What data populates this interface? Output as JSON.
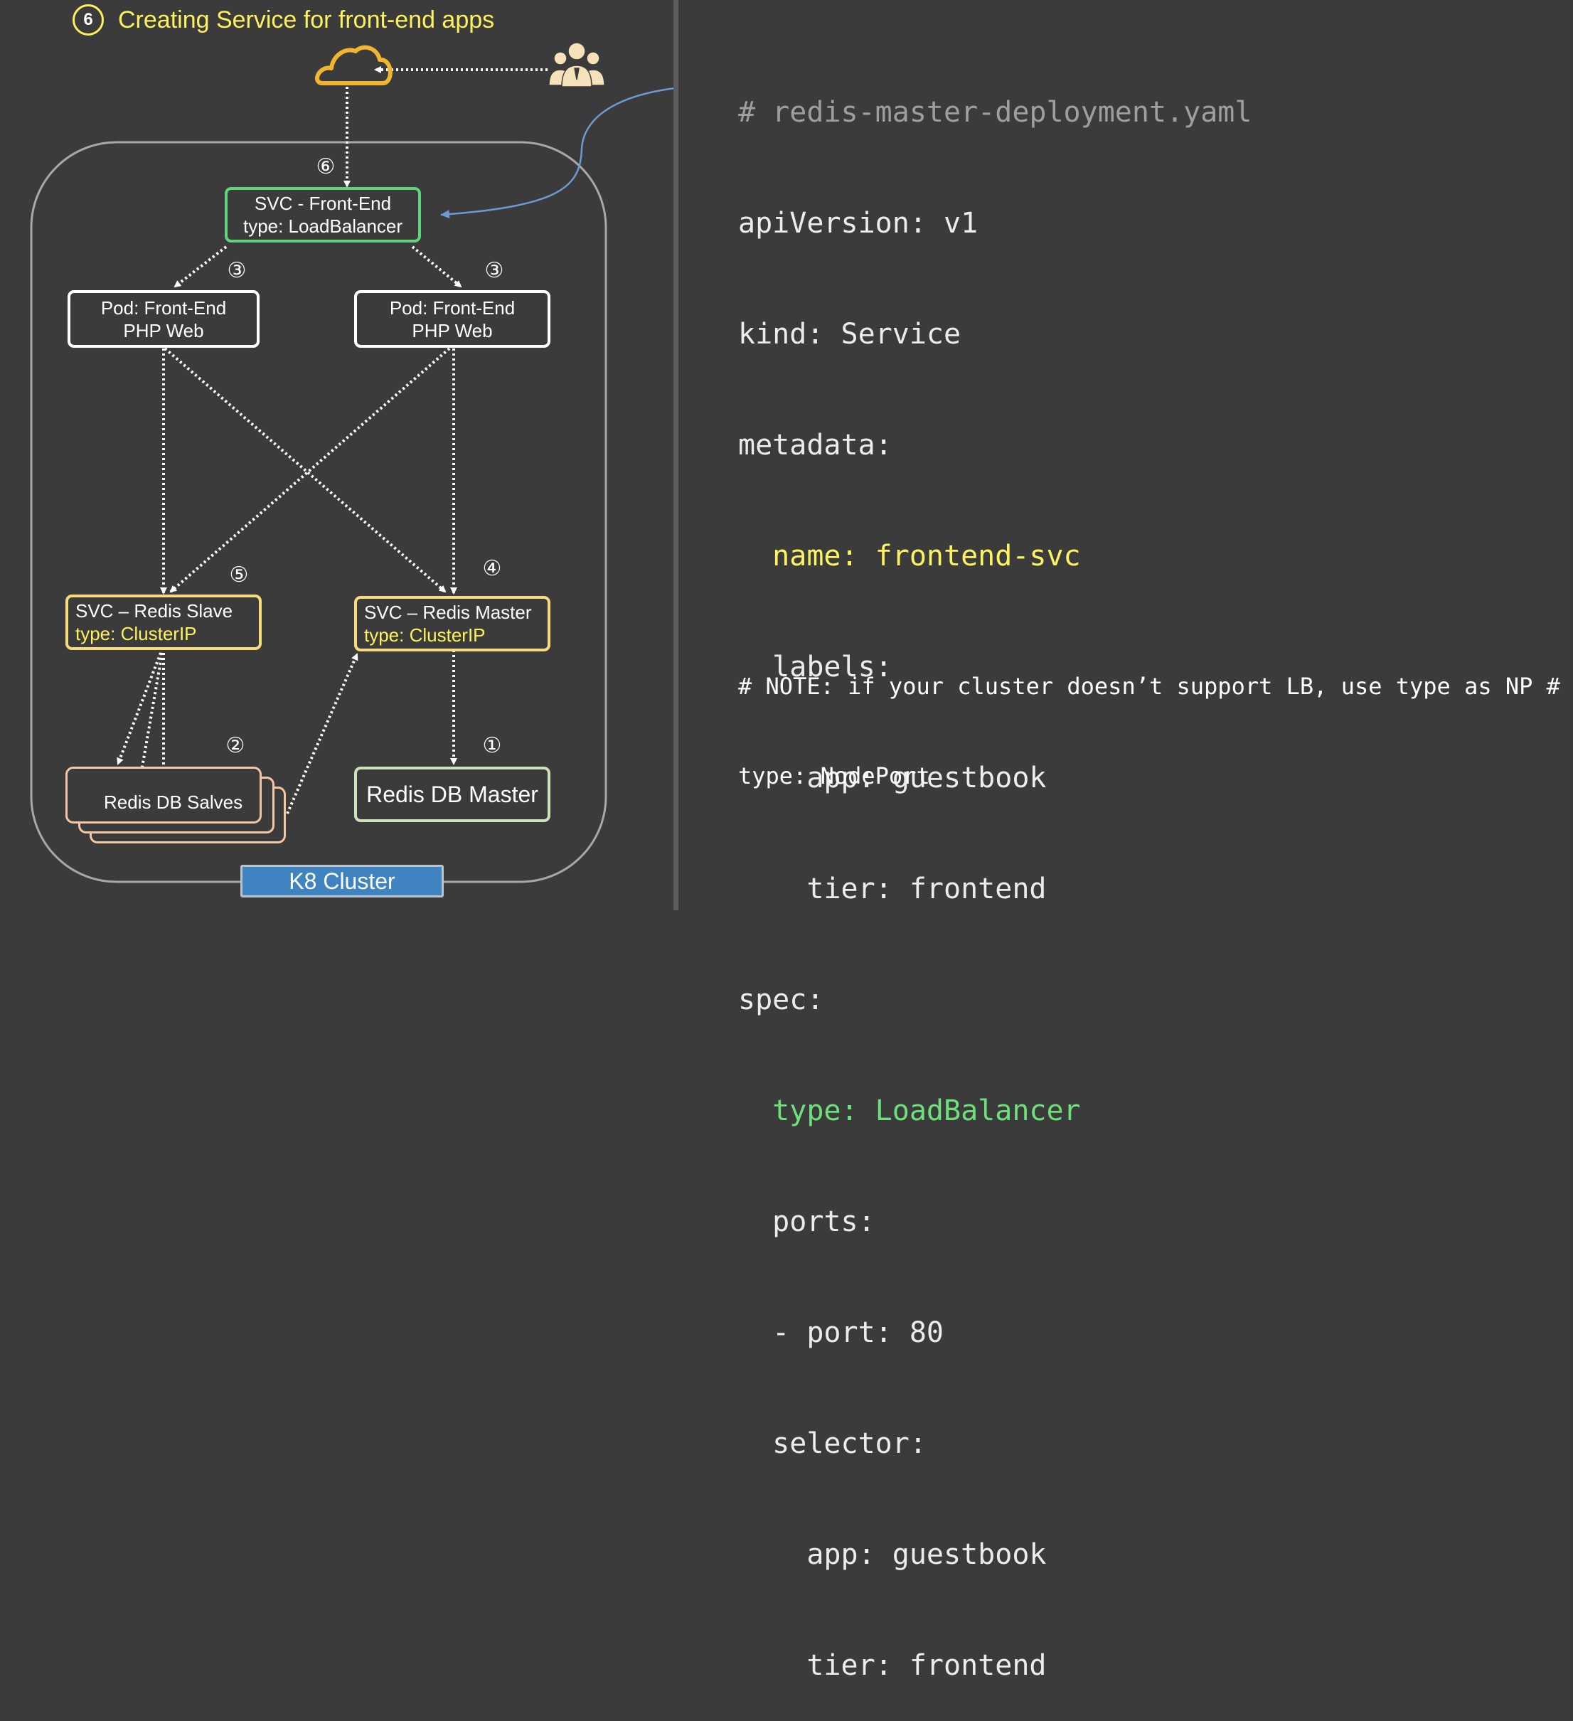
{
  "title": {
    "step": "6",
    "text": "Creating Service for front-end apps"
  },
  "nodes": {
    "svc_frontend": {
      "line1": "SVC - Front-End",
      "line2": "type: LoadBalancer"
    },
    "pod_frontend_1": {
      "line1": "Pod: Front-End",
      "line2": "PHP Web"
    },
    "pod_frontend_2": {
      "line1": "Pod: Front-End",
      "line2": "PHP Web"
    },
    "svc_redis_slave": {
      "line1": "SVC – Redis Slave",
      "line2": "type: ClusterIP"
    },
    "svc_redis_master": {
      "line1": "SVC – Redis Master",
      "line2": "type: ClusterIP"
    },
    "redis_slaves": {
      "label": "Redis DB Salves"
    },
    "redis_master": {
      "label": "Redis DB Master"
    }
  },
  "step_markers": {
    "svc_frontend": "⑥",
    "pod_1": "③",
    "pod_2": "③",
    "svc_slave": "⑤",
    "svc_master": "④",
    "slaves": "②",
    "master": "①"
  },
  "cluster_label": "K8 Cluster",
  "icons": {
    "cloud": "cloud-icon",
    "users": "users-icon"
  },
  "colors": {
    "background": "#3b3b3b",
    "title": "#fdf25c",
    "svc_frontend_border": "#5fd47a",
    "svc_border": "#f6dc7c",
    "pod_border": "#ffffff",
    "slaves_border": "#f3c6a6",
    "master_border": "#cfe0bc",
    "cluster_label_bg": "#3f84c1",
    "code_comment": "#9e9e9e",
    "code_highlight_yellow": "#fcf360",
    "code_highlight_green": "#6ee07a",
    "connector_arrow": "#6b9bd1"
  },
  "code": {
    "lines": [
      "# redis-master-deployment.yaml",
      "apiVersion: v1",
      "kind: Service",
      "metadata:",
      "  name: frontend-svc",
      "  labels:",
      "    app: guestbook",
      "    tier: frontend",
      "spec:",
      "  type: LoadBalancer",
      "  ports:",
      "  - port: 80",
      "  selector:",
      "    app: guestbook",
      "    tier: frontend"
    ],
    "note_line1": "# NOTE: if your cluster doesn’t support LB, use type as NP #",
    "note_line2": "type: NodePort"
  }
}
